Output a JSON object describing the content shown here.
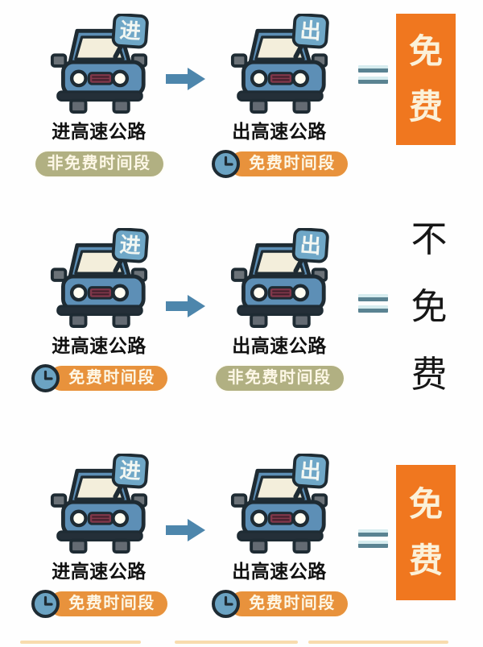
{
  "rows": [
    {
      "enter": {
        "tag": "进",
        "label": "进高速公路",
        "badge": {
          "text": "非免费时间段",
          "type": "non-free",
          "has_clock": false
        }
      },
      "exit": {
        "tag": "出",
        "label": "出高速公路",
        "badge": {
          "text": "免费时间段",
          "type": "free",
          "has_clock": true
        }
      },
      "result": {
        "text": "免费",
        "free": true,
        "style": "orange-box"
      }
    },
    {
      "enter": {
        "tag": "进",
        "label": "进高速公路",
        "badge": {
          "text": "免费时间段",
          "type": "free",
          "has_clock": true
        }
      },
      "exit": {
        "tag": "出",
        "label": "出高速公路",
        "badge": {
          "text": "非免费时间段",
          "type": "non-free",
          "has_clock": false
        }
      },
      "result": {
        "text": "不免费",
        "free": false,
        "style": "plain-black"
      }
    },
    {
      "enter": {
        "tag": "进",
        "label": "进高速公路",
        "badge": {
          "text": "免费时间段",
          "type": "free",
          "has_clock": true
        }
      },
      "exit": {
        "tag": "出",
        "label": "出高速公路",
        "badge": {
          "text": "免费时间段",
          "type": "free",
          "has_clock": true
        }
      },
      "result": {
        "text": "免费",
        "free": true,
        "style": "orange-box"
      }
    }
  ],
  "icons": {
    "car": "car-front-icon",
    "clock": "clock-icon",
    "arrow": "right-arrow-icon",
    "equals": "equals-icon"
  },
  "colors": {
    "car_body": "#5d8fb6",
    "outline": "#1e2b33",
    "tag_blue": "#6fa7c7",
    "windshield": "#f3eedb",
    "free_badge_orange": "#e8923c",
    "non_free_badge_olive": "#b1b082",
    "free_box_orange": "#f0771f",
    "badge_text_cream": "#fdf7e6",
    "box_text_cream": "#fbf1d9",
    "arrow_blue": "#4d86ac",
    "equals_top": "#d6ecef",
    "equals_bottom": "#5a8392",
    "plain_result_text": "#161616"
  }
}
